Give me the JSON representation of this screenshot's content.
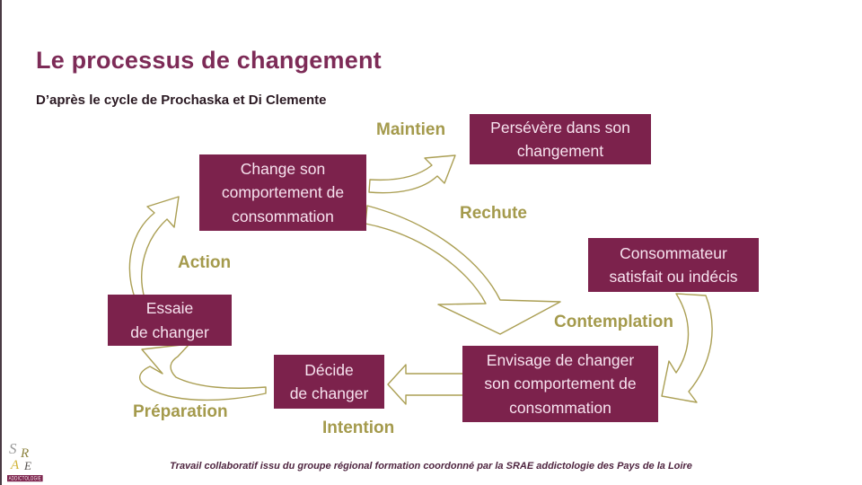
{
  "slide": {
    "title": "Le processus de changement",
    "subtitle": "D’après le cycle de Prochaska et Di Clemente",
    "footer": "Travail collaboratif issu du groupe régional formation coordonné par la SRAE addictologie des Pays de la Loire"
  },
  "stages": {
    "maintien": "Maintien",
    "rechute": "Rechute",
    "action": "Action",
    "contemplation": "Contemplation",
    "preparation": "Préparation",
    "intention": "Intention"
  },
  "boxes": {
    "persevere": "Persévère dans son\nchangement",
    "change": "Change son\ncomportement de\nconsommation",
    "consommateur": "Consommateur\nsatisfait ou indécis",
    "essaie": "Essaie\nde changer",
    "envisage": "Envisage de changer\nson comportement de\nconsommation",
    "decide": "Décide\nde changer"
  },
  "logo": {
    "letter_s": "S",
    "letter_r": "R",
    "letter_a": "A",
    "letter_e": "E",
    "banner": "ADDICTOLOGIE"
  },
  "colors": {
    "box_background": "#7c224c",
    "box_text": "#f7e3ef",
    "stage_label": "#a49a4c",
    "arrow_outline": "#ab9f54",
    "title": "#7d2b57"
  }
}
